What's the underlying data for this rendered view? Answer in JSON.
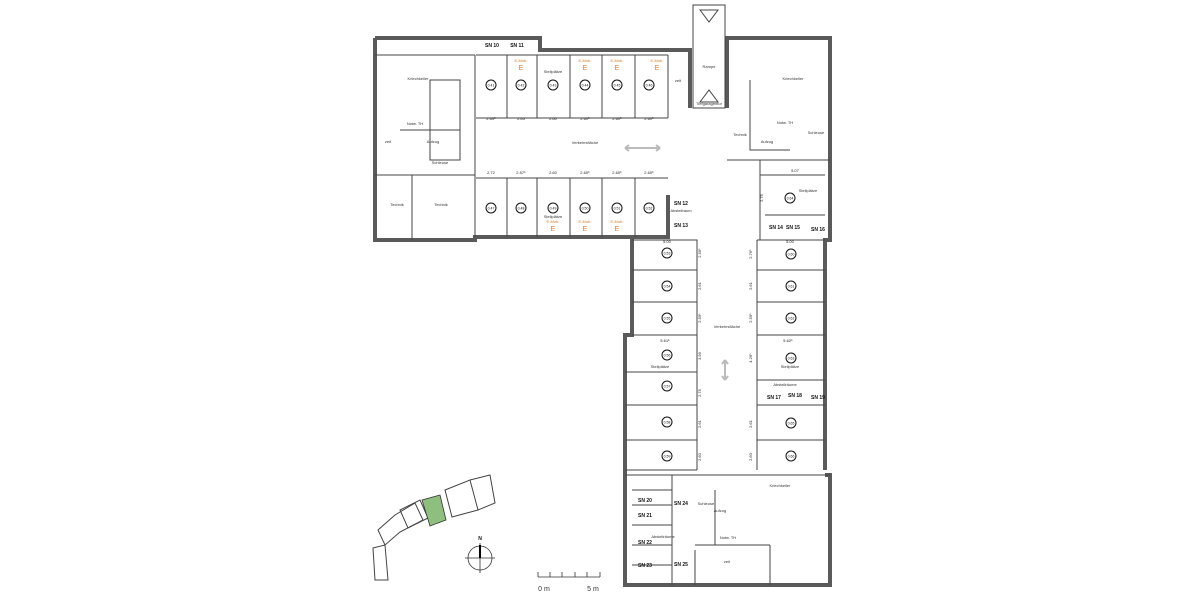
{
  "plan": {
    "labels": {
      "kriechkeller_left": "Kriechkeller",
      "notw_th_left": "Notw. TH",
      "aufzug_left": "Aufzug",
      "schleuse_left": "Schleuse",
      "zeit_left": "zeit",
      "technik_1": "Technik",
      "technik_2": "Technik",
      "corridor_horizontal": "Verkehrsfläche",
      "corridor_vertical": "Verkehrsfläche",
      "zeit_top": "zeit",
      "rampe": "Rampe",
      "tiefgaragentor": "Tiefgaragentor",
      "kriechkeller_right": "Kriechkeller",
      "technik_right": "Technik",
      "notw_th_right": "Notw. TH",
      "schleuse_right": "Schleuse",
      "aufzug_right": "Aufzug",
      "stellplaetze_right_top": "Stellplätze",
      "stellplaetze_left": "Stellplätze",
      "stellplaetze_right": "Stellplätze",
      "stellplaetze_bottom_row": "Stellplätze",
      "stellplaetze_top_row": "Stellplätze",
      "abstellraeume": "Abstellräume",
      "kriechkeller_bottom": "Kriechkeller",
      "schleuse_bottom": "Schleuse",
      "aufzug_bottom": "Aufzug",
      "abstellraeume_bottom": "Abstellräume",
      "notw_th_bottom": "Notw. TH",
      "zeit_bottom": "zeit",
      "abstellraum": "Abstellraum"
    },
    "storage_units": [
      "SN 10",
      "SN 11",
      "SN 12",
      "SN 13",
      "SN 14",
      "SN 15",
      "SN 16",
      "SN 17",
      "SN 18",
      "SN 19",
      "SN 20",
      "SN 21",
      "SN 22",
      "SN 23",
      "SN 24",
      "SN 25"
    ],
    "emob_label": "E-Mob.",
    "emob_symbol": "E",
    "parking_numbers_top": [
      "0.41",
      "0.42",
      "0.43",
      "0.44",
      "0.45",
      "0.46"
    ],
    "parking_numbers_bottom": [
      "0.47",
      "0.48",
      "0.49",
      "0.50",
      "0.51",
      "0.52"
    ],
    "parking_numbers_left": [
      "0.53",
      "0.54",
      "0.55",
      "0.56",
      "0.57",
      "0.58",
      "0.59"
    ],
    "parking_numbers_right": [
      "0.60",
      "0.61",
      "0.62",
      "0.63",
      "0.64",
      "0.65",
      "0.66"
    ],
    "dims_top": [
      "2.64⁵",
      "2.65",
      "2.60",
      "2.60⁵",
      "2.60⁵",
      "2.60⁵"
    ],
    "dims_bottom": [
      "2.72",
      "2.57⁵",
      "2.60",
      "2.60⁵",
      "2.60⁵",
      "2.60⁵"
    ],
    "dims_left": [
      "2.59⁵",
      "2.61",
      "2.59⁵",
      "3.99",
      "2.75",
      "2.61",
      "2.60"
    ],
    "dims_right": [
      "2.76⁵",
      "2.61",
      "2.59⁵",
      "4.29⁵",
      "2.61",
      "2.60"
    ],
    "dims_widths": [
      "5.00",
      "5.00",
      "5.61⁵",
      "5.62⁵",
      "5.07",
      "2.75"
    ],
    "colors": {
      "wall": "#5a5a5a",
      "emob": "#e07a20",
      "site_highlight": "#8fbf7f"
    }
  },
  "site_plan": {
    "north": "N"
  },
  "scale_bar": {
    "start": "0 m",
    "end": "5 m"
  }
}
